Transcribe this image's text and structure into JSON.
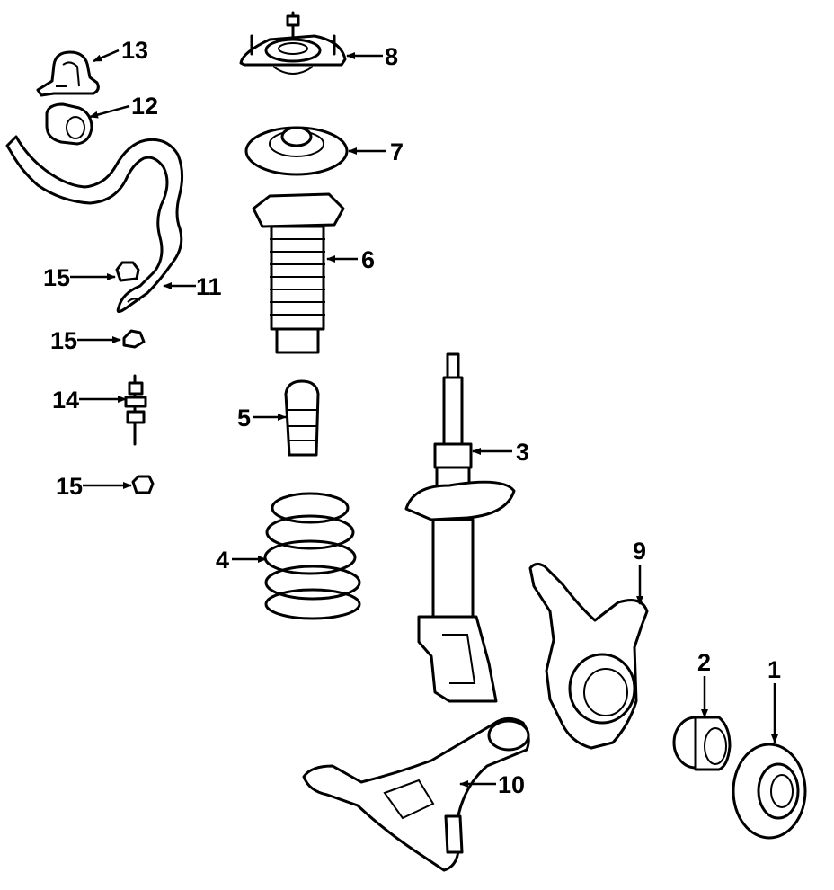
{
  "diagram": {
    "callouts": [
      {
        "id": "1",
        "label": "1"
      },
      {
        "id": "2",
        "label": "2"
      },
      {
        "id": "3",
        "label": "3"
      },
      {
        "id": "4",
        "label": "4"
      },
      {
        "id": "5",
        "label": "5"
      },
      {
        "id": "6",
        "label": "6"
      },
      {
        "id": "7",
        "label": "7"
      },
      {
        "id": "8",
        "label": "8"
      },
      {
        "id": "9",
        "label": "9"
      },
      {
        "id": "10",
        "label": "10"
      },
      {
        "id": "11",
        "label": "11"
      },
      {
        "id": "12",
        "label": "12"
      },
      {
        "id": "13",
        "label": "13"
      },
      {
        "id": "14",
        "label": "14"
      },
      {
        "id": "15a",
        "label": "15"
      },
      {
        "id": "15b",
        "label": "15"
      },
      {
        "id": "15c",
        "label": "15"
      }
    ]
  }
}
